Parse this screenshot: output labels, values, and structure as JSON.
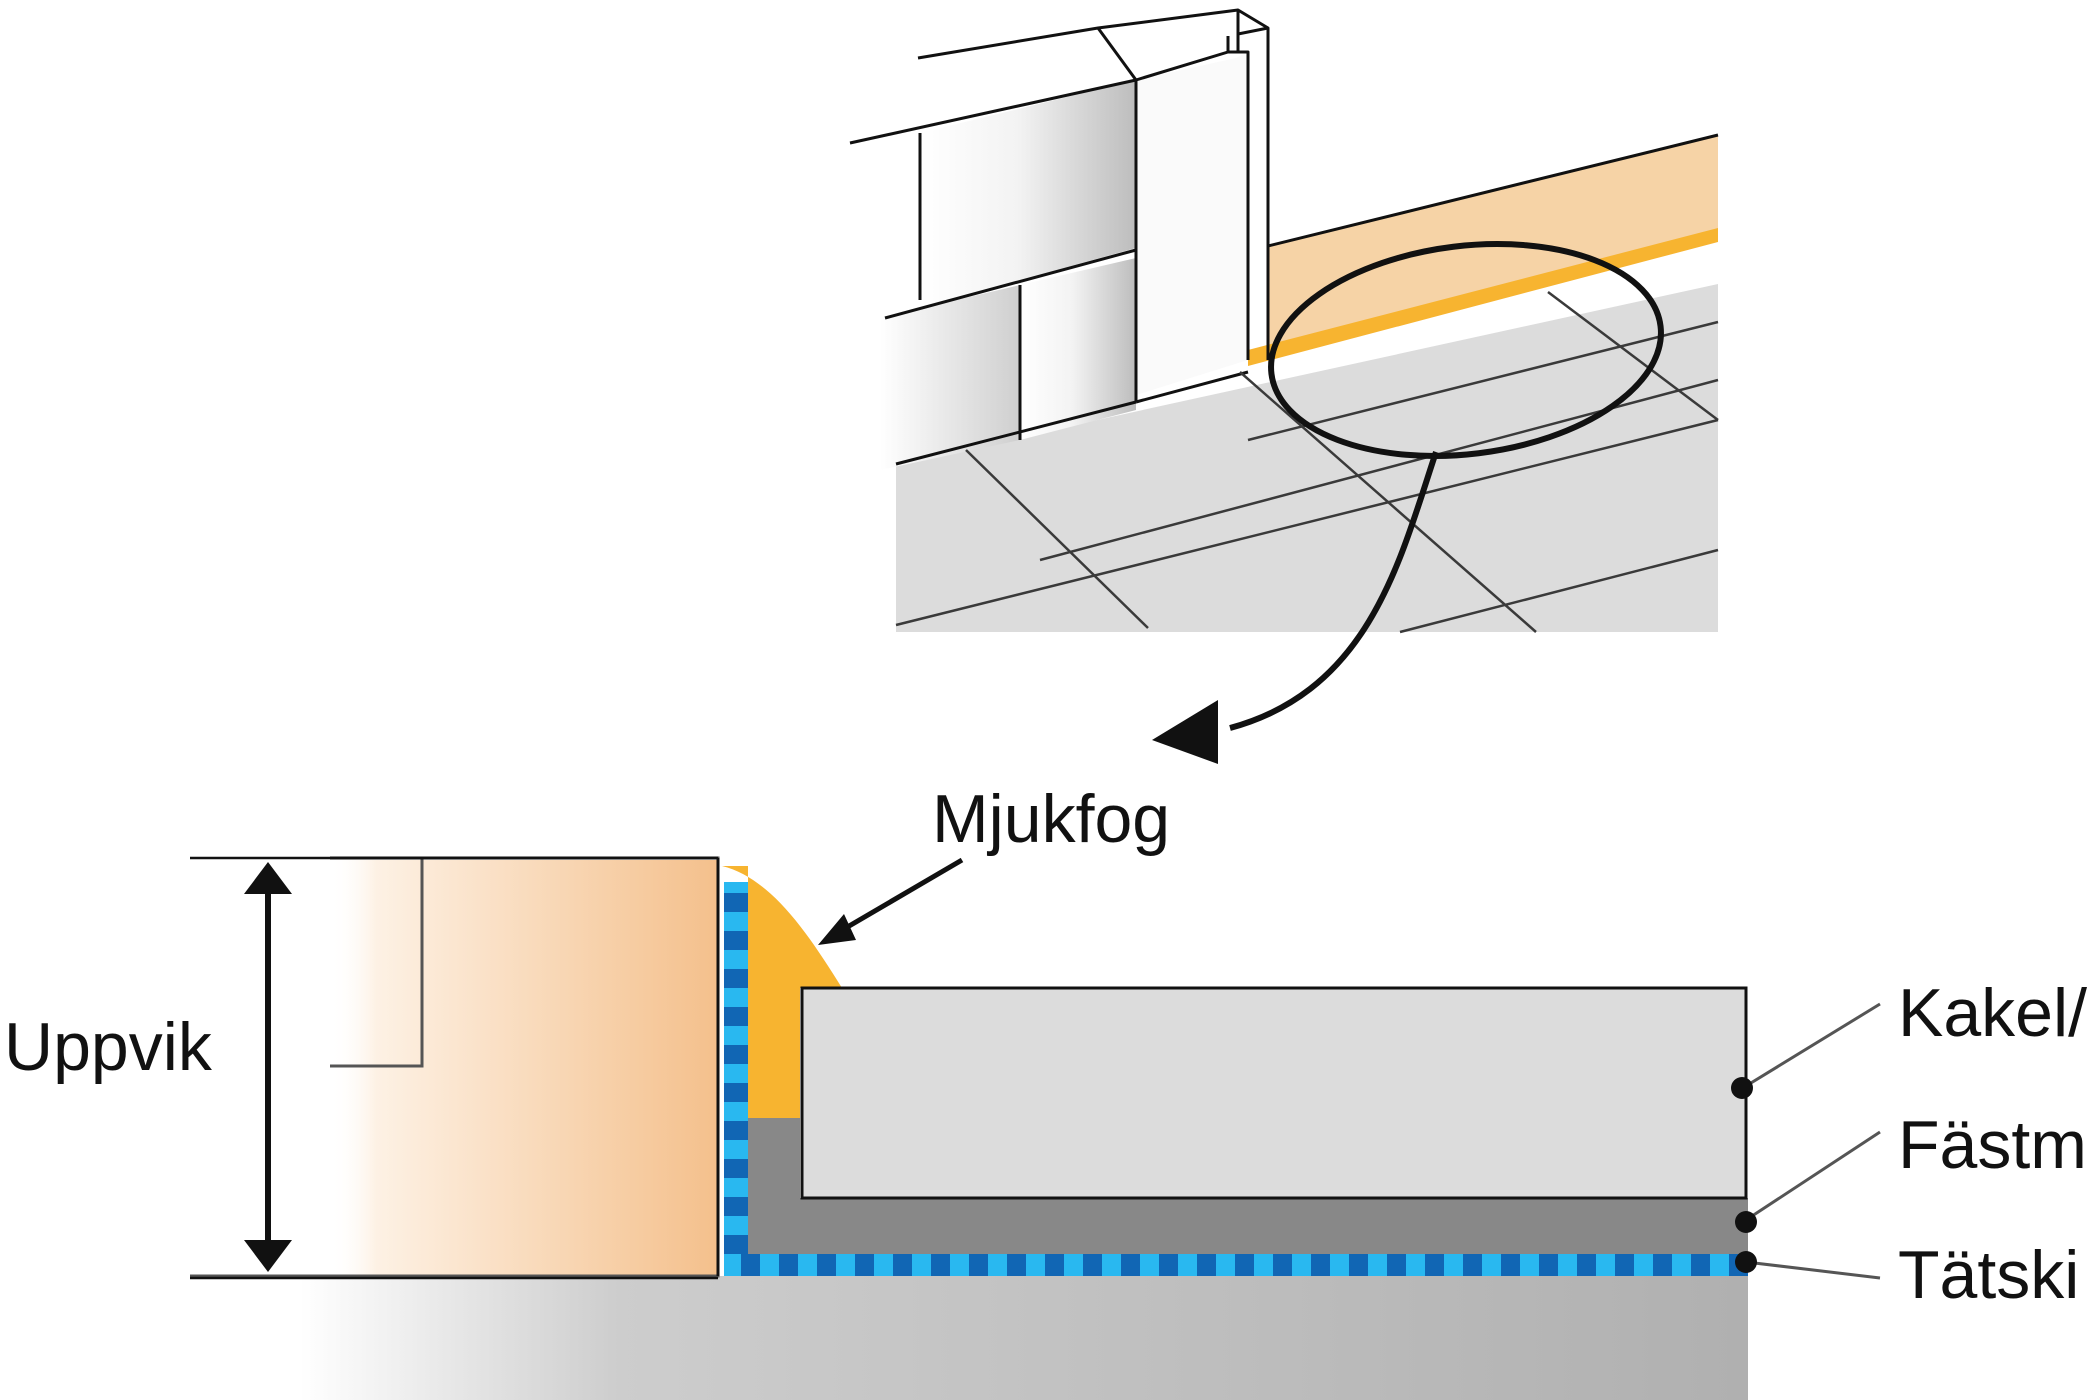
{
  "labels": {
    "soft_joint": "Mjukfog",
    "upturn": "Uppvik",
    "tile": "Kakel/",
    "adhesive": "Fästm",
    "membrane": "Tätski"
  },
  "colors": {
    "line": "#111111",
    "wall_light": "#ffffff",
    "wall_dark": "#c4c4c4",
    "floor_tile": "#dcdcdc",
    "tile_joint": "#333333",
    "wood_light": "#fdf1e4",
    "wood": "#f4c08c",
    "soft_joint": "#f7b430",
    "adhesive": "#888888",
    "membrane_light": "#29b8f0",
    "membrane_dark": "#1166b4",
    "substrate": "#b0b0b0"
  }
}
